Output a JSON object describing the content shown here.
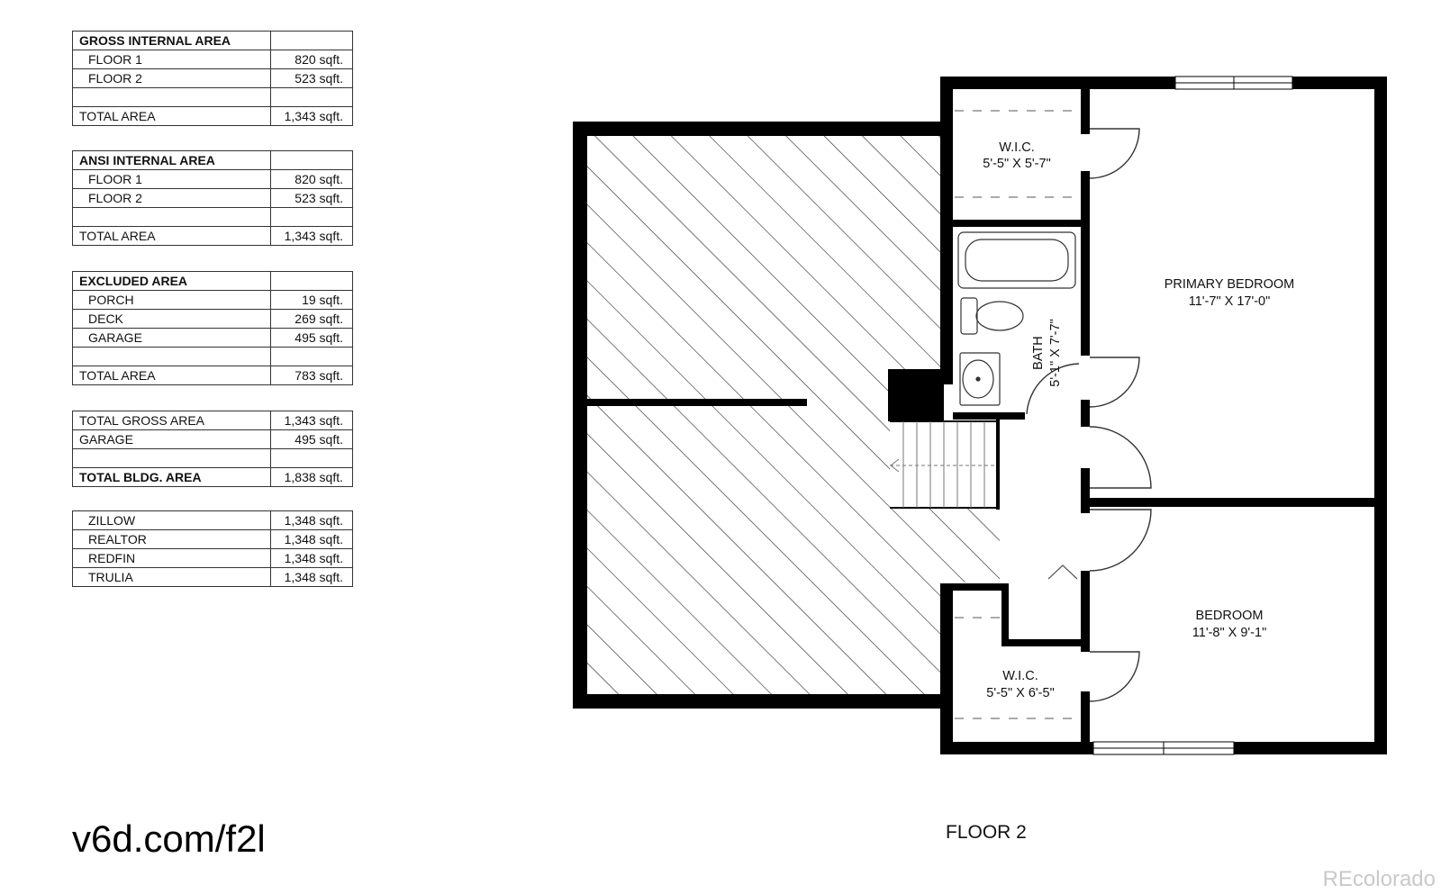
{
  "tables": [
    {
      "rows": [
        {
          "label": "GROSS INTERNAL AREA",
          "value": "",
          "kind": "hdr"
        },
        {
          "label": "FLOOR 1",
          "value": "820 sqft.",
          "kind": "sub"
        },
        {
          "label": "FLOOR 2",
          "value": "523 sqft.",
          "kind": "sub"
        },
        {
          "label": "",
          "value": "",
          "kind": "blank"
        },
        {
          "label": "TOTAL AREA",
          "value": "1,343 sqft.",
          "kind": "row"
        }
      ]
    },
    {
      "rows": [
        {
          "label": "ANSI INTERNAL AREA",
          "value": "",
          "kind": "hdr"
        },
        {
          "label": "FLOOR 1",
          "value": "820 sqft.",
          "kind": "sub"
        },
        {
          "label": "FLOOR 2",
          "value": "523 sqft.",
          "kind": "sub"
        },
        {
          "label": "",
          "value": "",
          "kind": "blank"
        },
        {
          "label": "TOTAL AREA",
          "value": "1,343 sqft.",
          "kind": "row"
        }
      ]
    },
    {
      "rows": [
        {
          "label": "EXCLUDED AREA",
          "value": "",
          "kind": "hdr"
        },
        {
          "label": "PORCH",
          "value": "19 sqft.",
          "kind": "sub"
        },
        {
          "label": "DECK",
          "value": "269 sqft.",
          "kind": "sub"
        },
        {
          "label": "GARAGE",
          "value": "495 sqft.",
          "kind": "sub"
        },
        {
          "label": "",
          "value": "",
          "kind": "blank"
        },
        {
          "label": "TOTAL AREA",
          "value": "783 sqft.",
          "kind": "row"
        }
      ]
    },
    {
      "rows": [
        {
          "label": "TOTAL GROSS AREA",
          "value": "1,343 sqft.",
          "kind": "row"
        },
        {
          "label": "GARAGE",
          "value": "495 sqft.",
          "kind": "row"
        },
        {
          "label": "",
          "value": "",
          "kind": "blank"
        },
        {
          "label": "TOTAL BLDG. AREA",
          "value": "1,838 sqft.",
          "kind": "hdr"
        }
      ]
    },
    {
      "rows": [
        {
          "label": "ZILLOW",
          "value": "1,348 sqft.",
          "kind": "sub"
        },
        {
          "label": "REALTOR",
          "value": "1,348 sqft.",
          "kind": "sub"
        },
        {
          "label": "REDFIN",
          "value": "1,348 sqft.",
          "kind": "sub"
        },
        {
          "label": "TRULIA",
          "value": "1,348 sqft.",
          "kind": "sub"
        }
      ]
    }
  ],
  "rooms": {
    "wic_top": {
      "name": "W.I.C.",
      "dims": "5'-5\" X 5'-7\""
    },
    "primary_bedroom": {
      "name": "PRIMARY BEDROOM",
      "dims": "11'-7\" X 17'-0\""
    },
    "bath": {
      "name": "BATH",
      "dims": "5'-1\" X 7'-7\""
    },
    "bedroom": {
      "name": "BEDROOM",
      "dims": "11'-8\" X 9'-1\""
    },
    "wic_bottom": {
      "name": "W.I.C.",
      "dims": "5'-5\" X 6'-5\""
    }
  },
  "floor_label": "FLOOR 2",
  "url_text": "v6d.com/f2l",
  "watermark": "REcolorado"
}
